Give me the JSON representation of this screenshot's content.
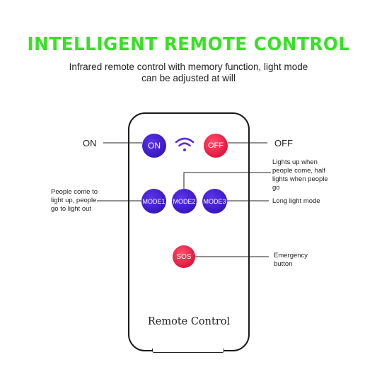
{
  "header": {
    "title": "INTELLIGENT REMOTE CONTROL",
    "subtitle": "Infrared remote control with memory function, light mode can be adjusted at will"
  },
  "remote": {
    "label": "Remote Control",
    "buttons": {
      "on": "ON",
      "off": "OFF",
      "mode1": "MODE1",
      "mode2": "MODE2",
      "mode3": "MODE3",
      "sos": "SOS"
    },
    "icons": {
      "signal": "wifi-signal-icon"
    },
    "colors": {
      "blue_button": "#3a17c4",
      "red_button": "#e4173e",
      "title": "#39e027",
      "signal": "#5a2ee0"
    }
  },
  "callouts": {
    "on": "ON",
    "off": "OFF",
    "mode2": "Lights up when people come, half lights when people go",
    "mode1": "People come to light up, people go to light out",
    "mode3": "Long light mode",
    "sos": "Emergency button"
  }
}
